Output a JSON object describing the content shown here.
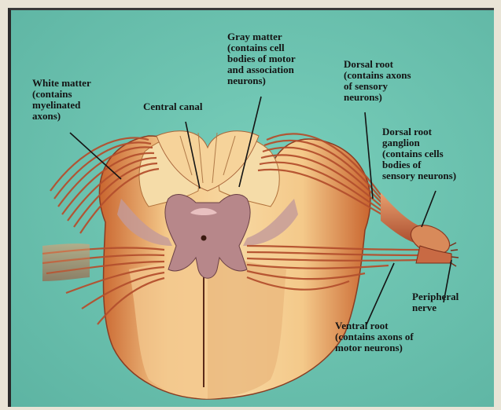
{
  "labels": {
    "white_matter": "White matter\n(contains\nmyelinated\naxons)",
    "central_canal": "Central canal",
    "gray_matter": "Gray matter\n(contains cell\nbodies of motor\nand association\nneurons)",
    "dorsal_root": "Dorsal root\n(contains axons\nof sensory\nneurons)",
    "dorsal_root_ganglion": "Dorsal root\nganglion\n(contains cells\nbodies of\nsensory neurons)",
    "peripheral_nerve": "Peripheral\nnerve",
    "ventral_root": "Ventral root\n(contains axons of\nmotor neurons)"
  },
  "colors": {
    "background": "#6fc8b4",
    "white_matter": "#f2c98a",
    "gray_matter": "#b98a86",
    "nerve": "#c0603e",
    "label_text": "#141414"
  }
}
